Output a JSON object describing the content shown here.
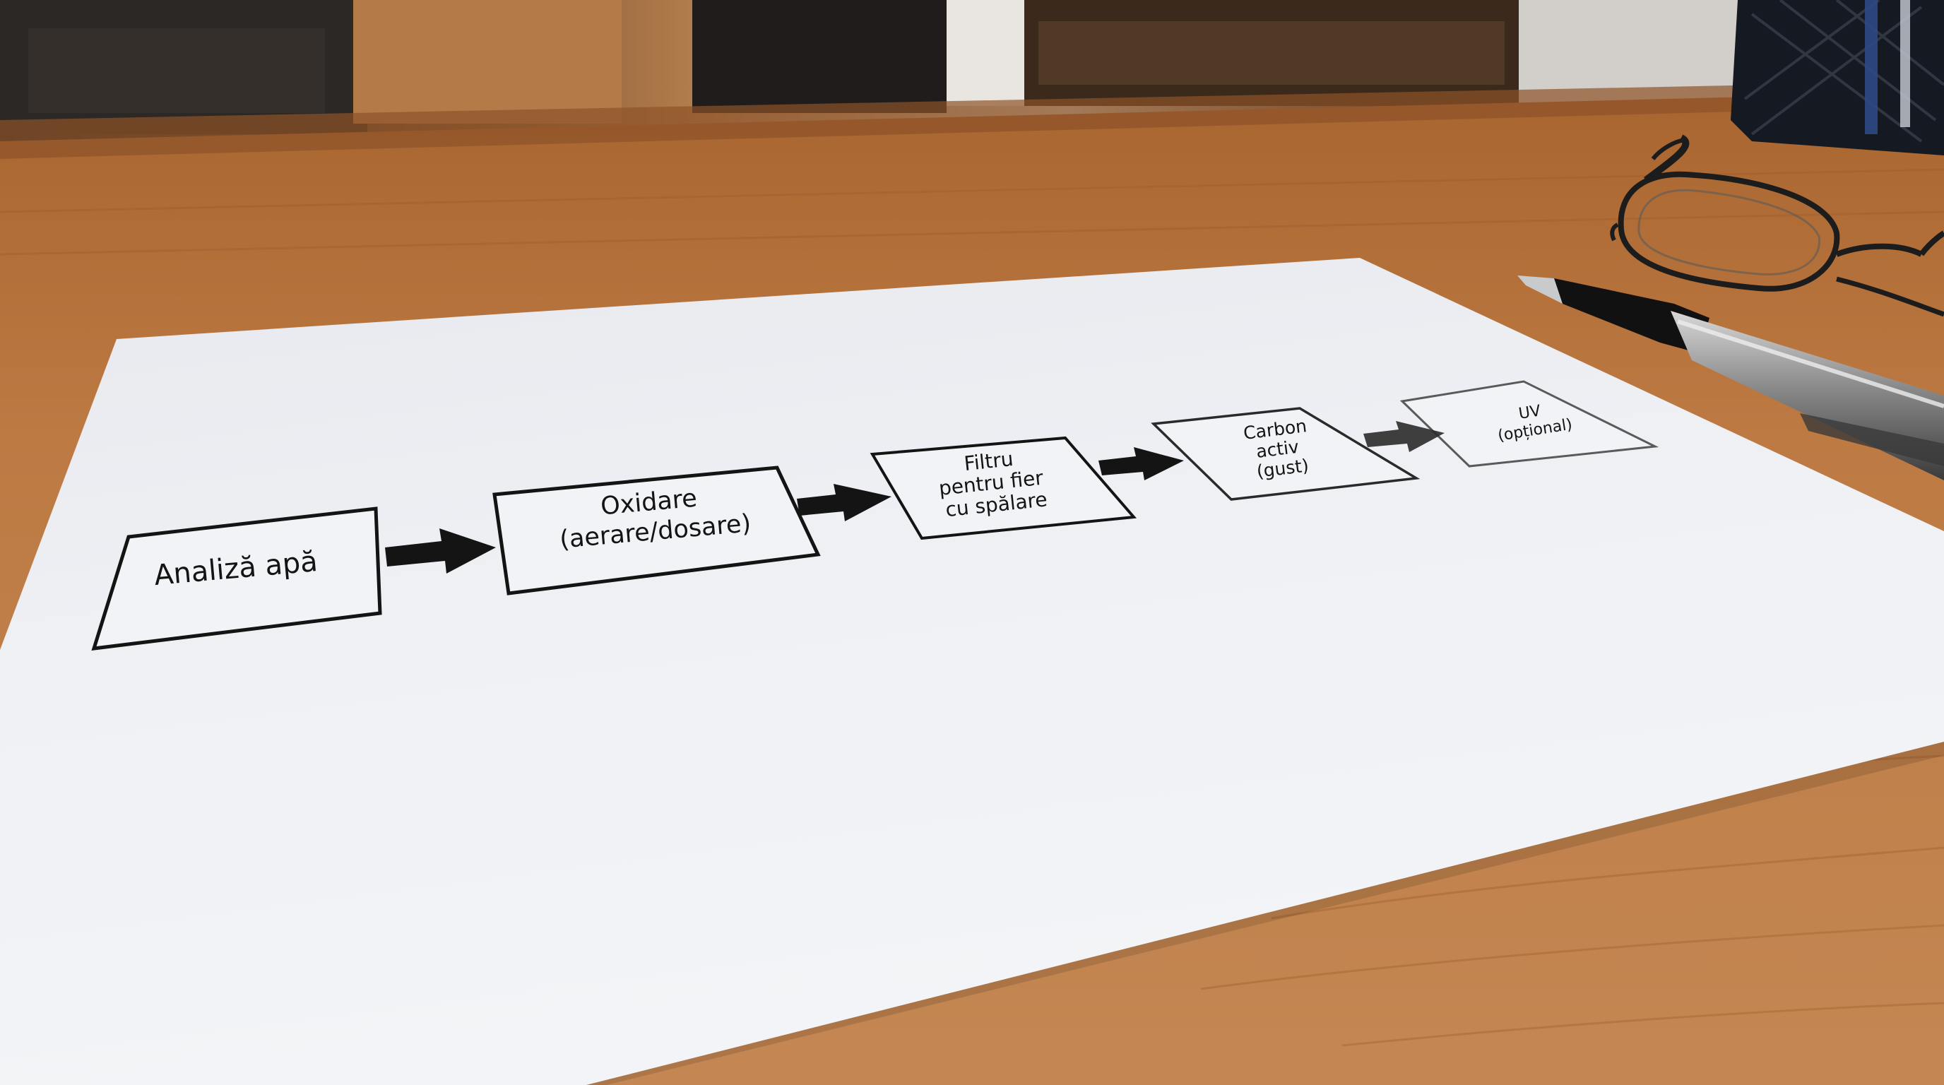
{
  "flowchart": {
    "steps": [
      {
        "lines": [
          "Analiză apă"
        ]
      },
      {
        "lines": [
          "Oxidare",
          "(aerare/dosare)"
        ]
      },
      {
        "lines": [
          "Filtru",
          "pentru fier",
          "cu spălare"
        ]
      },
      {
        "lines": [
          "Carbon",
          "activ",
          "(gust)"
        ]
      },
      {
        "lines": [
          "UV",
          "(opțional)"
        ]
      }
    ]
  },
  "colors": {
    "desk": "#b8733e",
    "paper": "#eef0f4",
    "ink": "#141414"
  },
  "objects": [
    "eyeglasses",
    "pen",
    "pen-holder"
  ]
}
